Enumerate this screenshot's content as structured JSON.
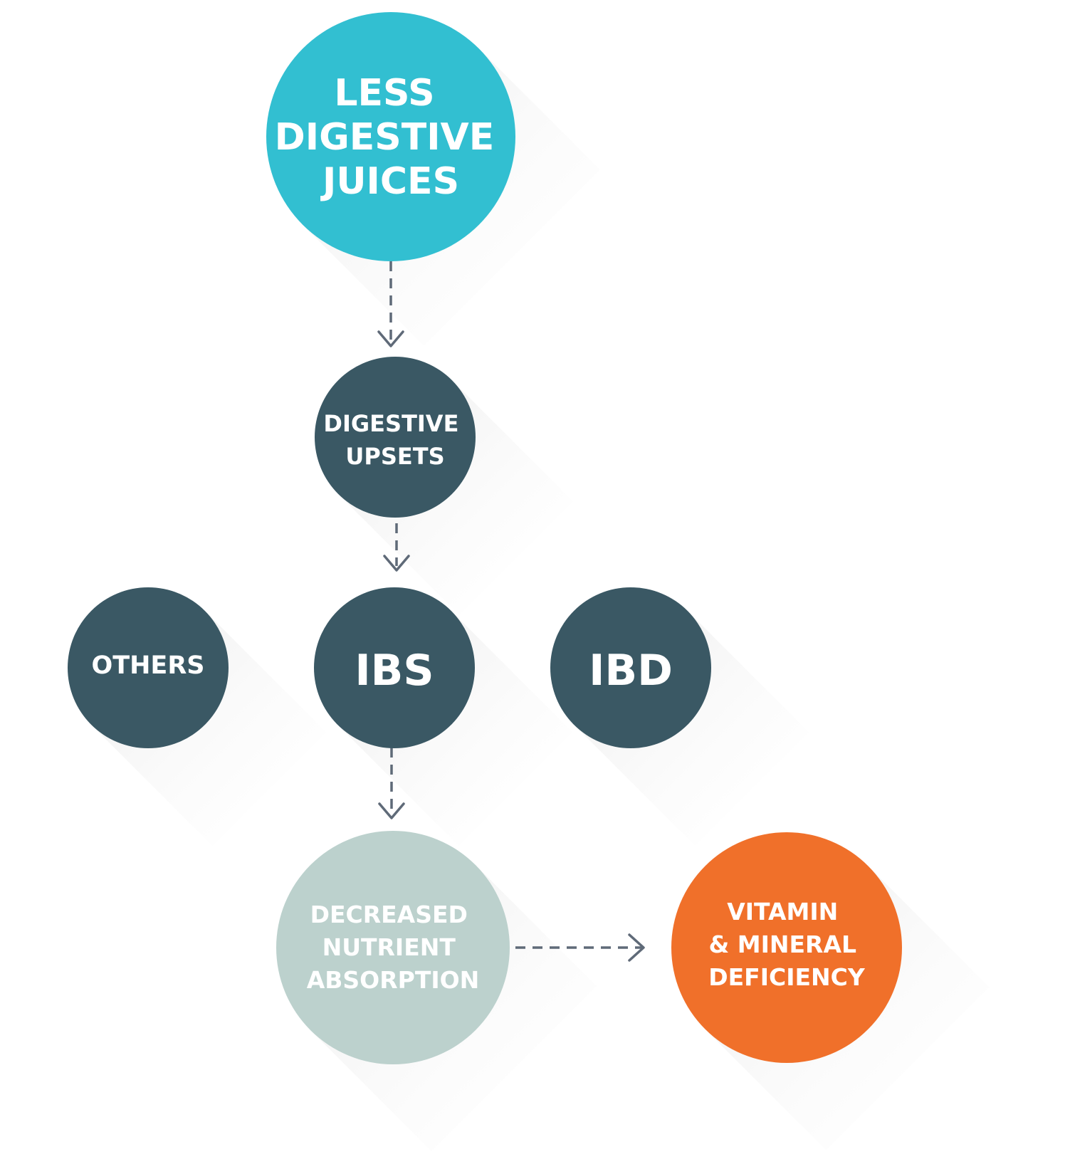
{
  "colors": {
    "teal": "#32bfd1",
    "slate": "#3a5864",
    "sage": "#bcd1cd",
    "orange": "#f0702a",
    "arrow": "#5f6a78",
    "shadow": "#d9d9d9"
  },
  "nodes": {
    "less_digestive_juices": {
      "lines": [
        "LESS",
        "DIGESTIVE",
        "JUICES"
      ]
    },
    "digestive_upsets": {
      "lines": [
        "DIGESTIVE",
        "UPSETS"
      ]
    },
    "others": {
      "lines": [
        "OTHERS"
      ]
    },
    "ibs": {
      "lines": [
        "IBS"
      ]
    },
    "ibd": {
      "lines": [
        "IBD"
      ]
    },
    "decreased_nutrient_absorption": {
      "lines": [
        "DECREASED",
        "NUTRIENT",
        "ABSORPTION"
      ]
    },
    "vitamin_mineral_deficiency": {
      "lines": [
        "VITAMIN",
        "& MINERAL",
        "DEFICIENCY"
      ]
    }
  },
  "edges": [
    {
      "from": "less_digestive_juices",
      "to": "digestive_upsets"
    },
    {
      "from": "digestive_upsets",
      "to": "ibs"
    },
    {
      "from": "ibs",
      "to": "decreased_nutrient_absorption"
    },
    {
      "from": "decreased_nutrient_absorption",
      "to": "vitamin_mineral_deficiency"
    }
  ]
}
